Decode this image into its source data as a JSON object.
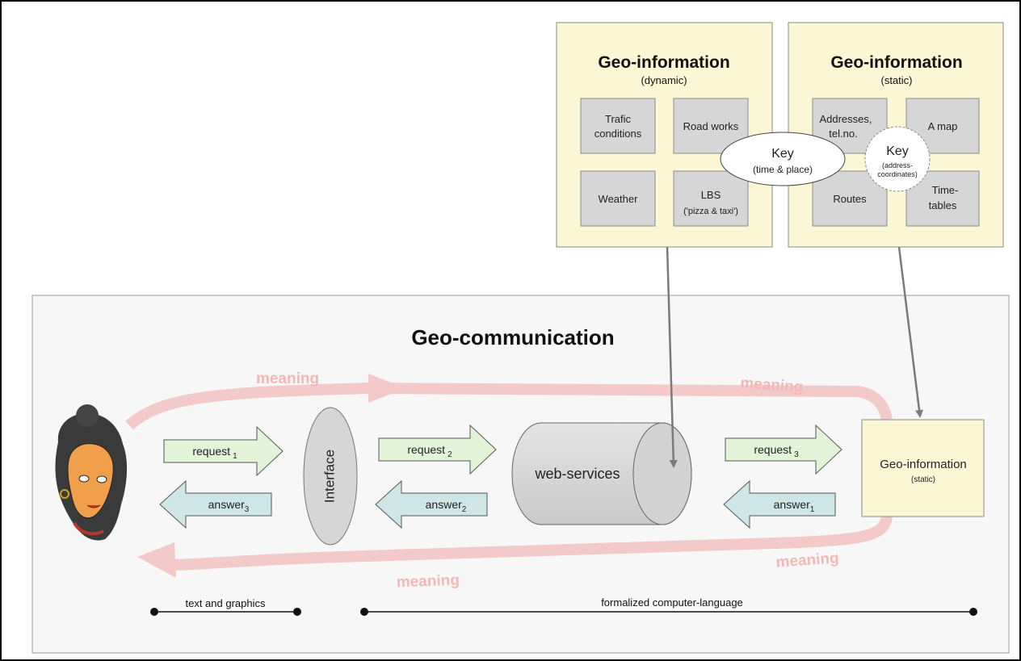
{
  "geo_dynamic": {
    "title": "Geo-information",
    "subtitle": "(dynamic)",
    "cells": {
      "trafic": [
        "Trafic",
        "conditions"
      ],
      "roadworks": "Road works",
      "weather": "Weather",
      "lbs": [
        "LBS",
        "('pizza & taxi')"
      ]
    },
    "key": {
      "label": "Key",
      "sub": "(time & place)"
    }
  },
  "geo_static": {
    "title": "Geo-information",
    "subtitle": "(static)",
    "cells": {
      "addresses": [
        "Addresses,",
        "tel.no."
      ],
      "map": "A map",
      "routes": "Routes",
      "timetables": [
        "Time-",
        "tables"
      ]
    },
    "key": {
      "label": "Key",
      "sub": [
        "(address-",
        "coordinates)"
      ]
    }
  },
  "geo_communication": {
    "title": "Geo-communication",
    "meaning": "meaning",
    "interface": "Interface",
    "webservices": "web-services",
    "geoinfo_box": {
      "title": "Geo-information",
      "sub": "(static)"
    },
    "requests": [
      {
        "text": "request",
        "sub": "1"
      },
      {
        "text": "request",
        "sub": "2"
      },
      {
        "text": "request",
        "sub": "3"
      }
    ],
    "answers": [
      {
        "text": "answer",
        "sub": "3"
      },
      {
        "text": "answer",
        "sub": "2"
      },
      {
        "text": "answer",
        "sub": "1"
      }
    ],
    "scale_left": "text and graphics",
    "scale_right": "formalized computer-language"
  },
  "colors": {
    "yellow_box": "#fbf7d5",
    "cell_gray": "#d6d6d6",
    "request_green": "#e3f3d8",
    "answer_blue": "#cfe6e6",
    "meaning_pink": "#f4c9c9",
    "arrow_gray": "#7a7a7a"
  }
}
